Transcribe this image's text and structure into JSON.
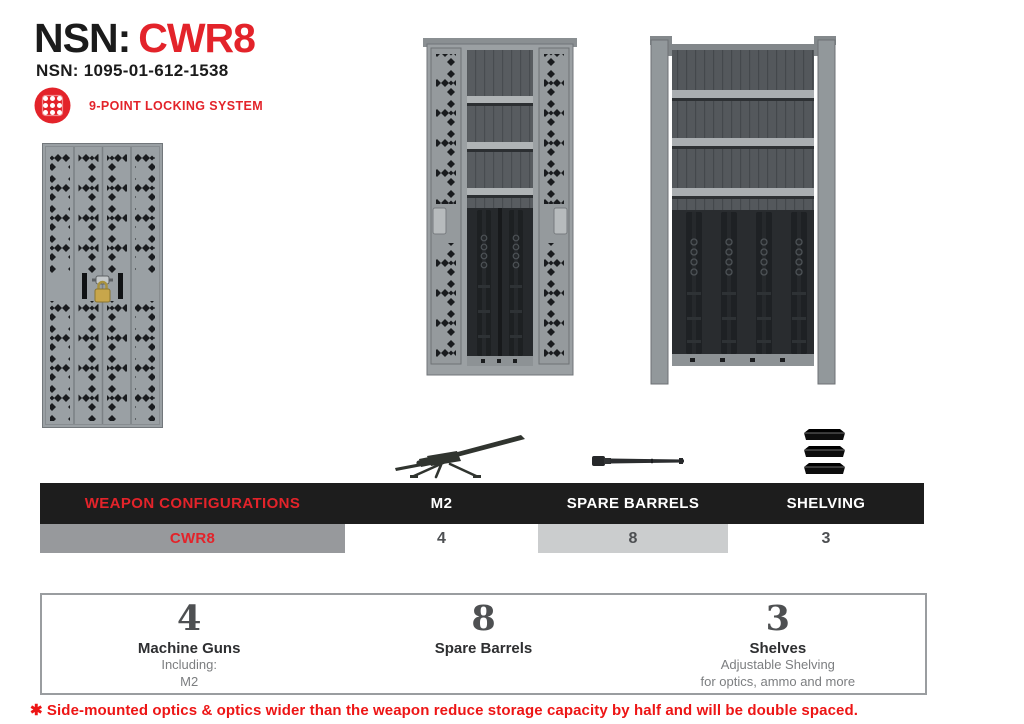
{
  "header": {
    "title_prefix": "NSN:",
    "title_model": "CWR8",
    "nsn_line": "NSN: 1095-01-612-1538",
    "locking_badge_label": "9-POINT LOCKING SYSTEM"
  },
  "images": {
    "closed_cabinet": "CWR8 cabinet closed with perforated doors and padlock",
    "open_cabinet_doors": "CWR8 cabinet open showing shelves and two stored M2 machine guns",
    "open_cabinet_wide": "CWR8 cabinet interior with three shelves and four M2 machine guns",
    "m2_icon": "M2 machine gun on tripod",
    "spare_barrel_icon": "spare M2 barrel",
    "shelving_icon": "stack of three shelves"
  },
  "config_table": {
    "columns": [
      "WEAPON CONFIGURATIONS",
      "M2",
      "SPARE BARRELS",
      "SHELVING"
    ],
    "rows": [
      {
        "model": "CWR8",
        "values": [
          "4",
          "8",
          "3"
        ]
      }
    ]
  },
  "capacity_summary": [
    {
      "value": "4",
      "label": "Machine Guns",
      "details": [
        "Including:",
        "M2"
      ]
    },
    {
      "value": "8",
      "label": "Spare Barrels",
      "details": []
    },
    {
      "value": "3",
      "label": "Shelves",
      "details": [
        "Adjustable Shelving",
        "for optics, ammo and more"
      ]
    }
  ],
  "footnote": "✱ Side-mounted optics & optics wider than the weapon reduce storage capacity by half and will be double spaced.",
  "colors": {
    "accent_red": "#e3232a",
    "footnote_red": "#ed1515",
    "table_header_bg": "#1d1d1d",
    "model_cell_bg": "#97999c",
    "highlight_cell_bg": "#cbcdce",
    "value_text": "#4d4f52",
    "muted_text": "#7c7e80"
  }
}
